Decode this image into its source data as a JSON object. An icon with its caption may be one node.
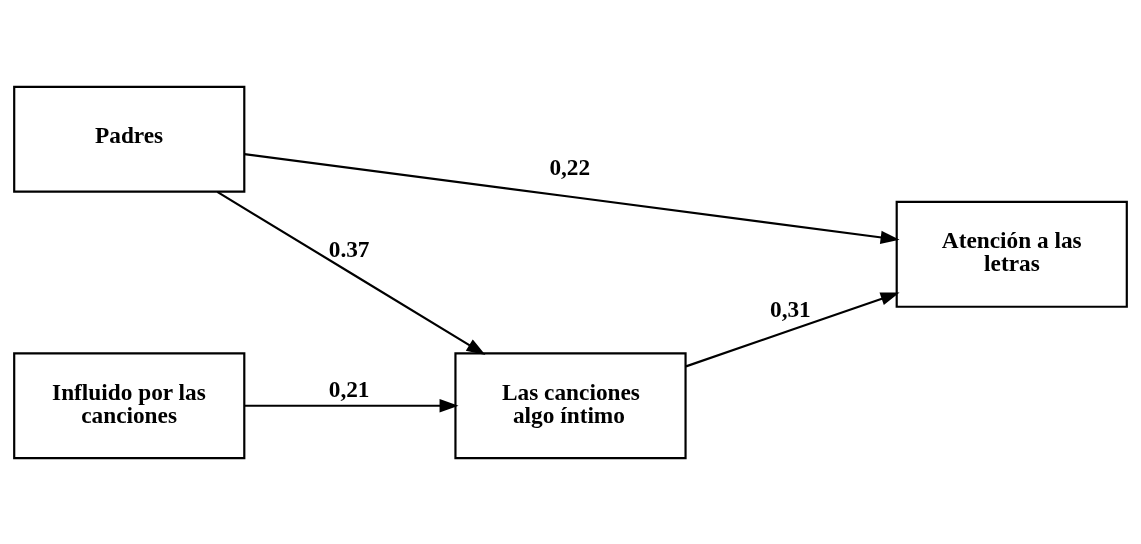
{
  "diagram": {
    "nodes": [
      {
        "text": [
          "Padres"
        ]
      },
      {
        "text": [
          "Atención a las letras"
        ]
      },
      {
        "text": [
          "Las canciones algo íntimo"
        ]
      },
      {
        "text": [
          "Influido por las canciones"
        ]
      }
    ],
    "edges": [
      {
        "from": 0,
        "to": 1,
        "arrow": "to",
        "label": "0,22"
      },
      {
        "from": 0,
        "to": 2,
        "arrow": "to",
        "label": "0.37"
      },
      {
        "from": 3,
        "to": 2,
        "arrow": "to",
        "label": "0,21"
      },
      {
        "from": 2,
        "to": 1,
        "arrow": "to",
        "label": "0,31"
      }
    ]
  }
}
